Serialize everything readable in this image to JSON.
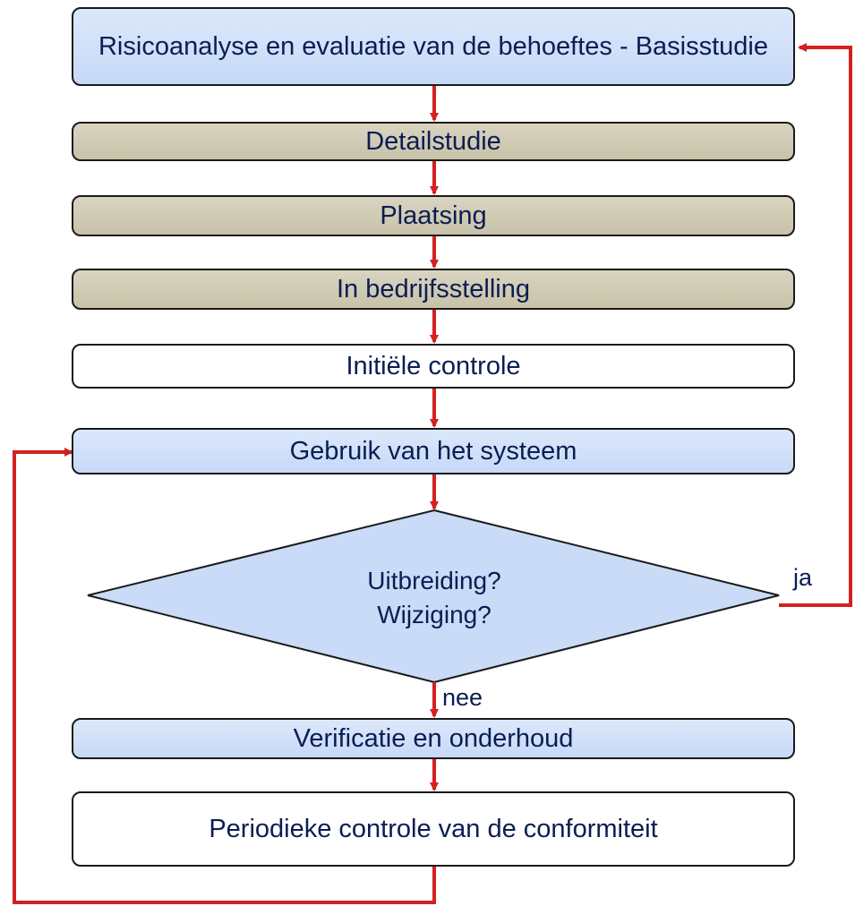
{
  "flowchart": {
    "basisstudie": "Risicoanalyse en evaluatie van de behoeftes - Basisstudie",
    "detailstudie": "Detailstudie",
    "plaatsing": "Plaatsing",
    "inbedrijfsstelling": "In bedrijfsstelling",
    "initiele_controle": "Initiële controle",
    "gebruik": "Gebruik van het systeem",
    "decision_line1": "Uitbreiding?",
    "decision_line2": "Wijziging?",
    "ja_label": "ja",
    "nee_label": "nee",
    "verificatie": "Verificatie en onderhoud",
    "periodieke_controle": "Periodieke controle van de conformiteit"
  },
  "colors": {
    "arrow": "#d42020",
    "box_blue": "#c9dbf7",
    "box_tan": "#cdc7ae",
    "text": "#0b1d53"
  }
}
